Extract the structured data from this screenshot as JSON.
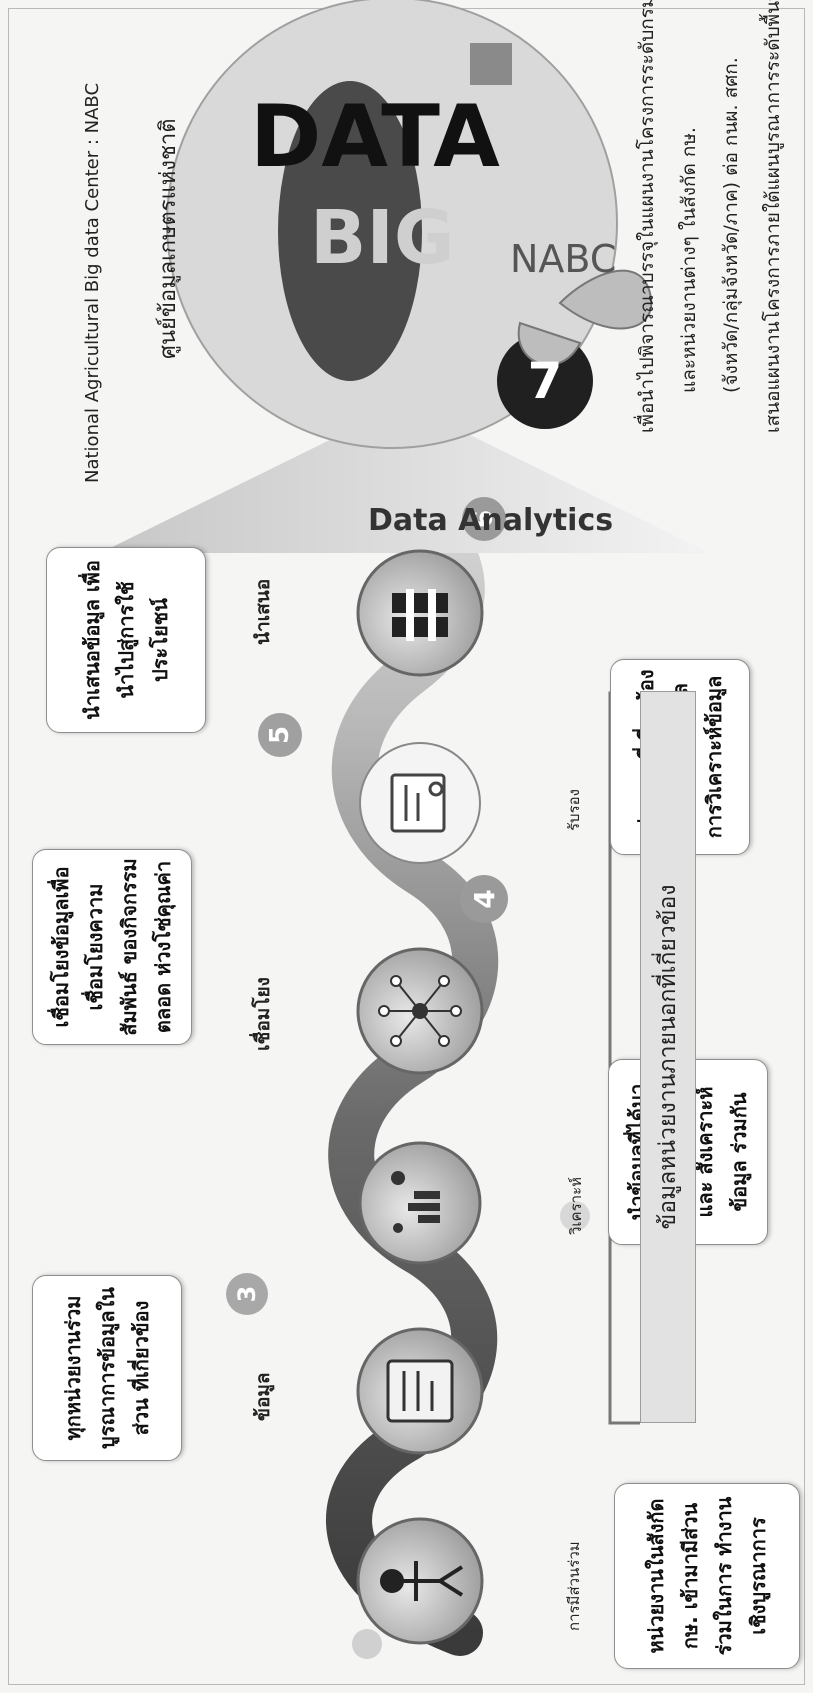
{
  "title": "Data Analytics",
  "steps": [
    {
      "number": "",
      "label": "การมีส่วนร่วม",
      "desc": "หน่วยงานในสังกัด กษ. เข้ามามีส่วนร่วมในการ ทำงานเชิงบูรณาการ",
      "icon": "people-icon"
    },
    {
      "number": "",
      "label": "ข้อมูล",
      "desc": "ทุกหน่วยงานร่วม บูรณาการข้อมูลในส่วน ที่เกี่ยวข้อง",
      "icon": "document-icon"
    },
    {
      "number": "3",
      "label": "วิเคราะห์",
      "desc": "นำข้อมูลที่ได้มา ทำการวิเคราะห์และ สังเคราะห์ข้อมูล ร่วมกัน",
      "icon": "analytics-icon"
    },
    {
      "number": "4",
      "label": "เชื่อมโยง",
      "desc": "เชื่อมโยงข้อมูลเพื่อ เชื่อมโยงความสัมพันธ์ ของกิจกรรมตลอด ห่วงโซ่คุณค่า",
      "icon": "network-icon"
    },
    {
      "number": "5",
      "label": "รับรอง",
      "desc": "หน่วยงานที่เกี่ยวข้อง ร่วมกันรับรอง ผลการวิเคราะห์ข้อมูล",
      "icon": "certificate-icon"
    },
    {
      "number": "6",
      "label": "นำเสนอ",
      "desc": "นำเสนอข้อมูล เพื่อนำไปสู่การใช้ ประโยชน์",
      "icon": "presentation-icon"
    }
  ],
  "external_data": "ข้อมูลหน่วยงานภายนอกที่เกี่ยวข้อง",
  "step7": {
    "number": "7",
    "logo": "NABC",
    "big": "BIG",
    "data": "DATA",
    "lines": [
      "เสนอแผนงานโครงการภายใต้แผนบูรณาการระดับพื้นที่",
      "(จังหวัด/กลุ่มจังหวัด/ภาค) ต่อ กนผ. สศก.",
      "และหน่วยงานต่างๆ ในสังกัด กษ.",
      "เพื่อนำไปพิจารณาบรรจุในแผนงานโครงการระดับกรม"
    ],
    "center_thai": "ศูนย์ข้อมูลเกษตรแห่งชาติ",
    "center_en": "National Agricultural Big data Center : NABC"
  }
}
